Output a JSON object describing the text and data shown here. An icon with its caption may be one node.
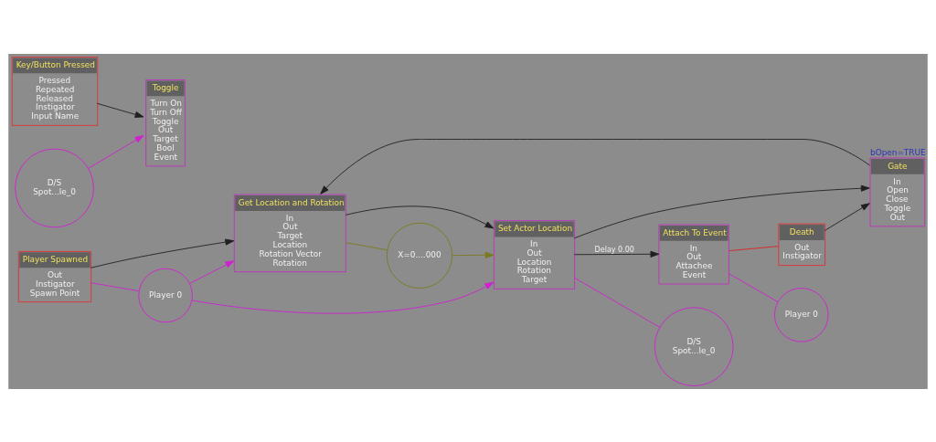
{
  "diagram": {
    "nodes": [
      {
        "text": [
          "Player Spawned",
          "Out",
          "Instigator",
          "Spawn Point"
        ]
      },
      {
        "text": [
          "Get Location and Rotation",
          "In",
          "Out",
          "Target",
          "Location",
          "Rotation Vector",
          "Rotation"
        ]
      },
      {
        "text": [
          "Set Actor Location",
          "In",
          "Out",
          "Location",
          "Rotation",
          "Target"
        ]
      },
      {
        "text": [
          "Gate",
          "In",
          "Open",
          "Close",
          "Toggle",
          "Out"
        ],
        "beside": [
          "bOpen=TRUE"
        ]
      },
      {
        "text": [
          "Attach To Event",
          "In",
          "Out",
          "Attachee",
          "Event"
        ]
      },
      {
        "text": [
          "Player 0"
        ]
      },
      {
        "text": [
          "X=0....000"
        ]
      },
      {
        "text": [
          "D/S",
          "Spot...le_0"
        ]
      },
      {
        "text": [
          "Player 0"
        ]
      },
      {
        "text": [
          "Death",
          "Out",
          "Instigator"
        ]
      },
      {
        "text": [
          "Key/Button Pressed",
          "Pressed",
          "Repeated",
          "Released",
          "Instigator",
          "Input Name"
        ]
      },
      {
        "text": [
          "Toggle",
          "Turn On",
          "Turn Off",
          "Toggle",
          "Out",
          "Target",
          "Bool",
          "Event"
        ]
      },
      {
        "text": [
          "D/S",
          "Spot...le_0"
        ]
      }
    ],
    "edges": [
      {
        "from": 0,
        "to": 1,
        "arrow": "to"
      },
      {
        "from": 1,
        "to": 2,
        "arrow": "to"
      },
      {
        "from": 2,
        "to": 4,
        "arrow": "to",
        "label": "Delay 0.00"
      },
      {
        "from": 2,
        "to": 3,
        "arrow": "to"
      },
      {
        "from": 9,
        "to": 3,
        "arrow": "to"
      },
      {
        "from": 3,
        "to": 1,
        "arrow": "to"
      },
      {
        "from": 0,
        "to": 5,
        "arrow": "none",
        "color": "#d020d0"
      },
      {
        "from": 5,
        "to": 1,
        "arrow": "to",
        "color": "#d020d0"
      },
      {
        "from": 5,
        "to": 2,
        "arrow": "to",
        "color": "#d020d0"
      },
      {
        "from": 1,
        "to": 6,
        "arrow": "none",
        "color": "#7a7a20"
      },
      {
        "from": 6,
        "to": 2,
        "arrow": "to",
        "color": "#7a7a20"
      },
      {
        "from": 2,
        "to": 7,
        "arrow": "none",
        "color": "#d020d0"
      },
      {
        "from": 4,
        "to": 8,
        "arrow": "none",
        "color": "#d020d0"
      },
      {
        "from": 4,
        "to": 9,
        "arrow": "none",
        "color": "#e02020"
      },
      {
        "from": 10,
        "to": 11,
        "arrow": "to"
      },
      {
        "from": 12,
        "to": 11,
        "arrow": "to",
        "color": "#d020d0"
      }
    ]
  }
}
